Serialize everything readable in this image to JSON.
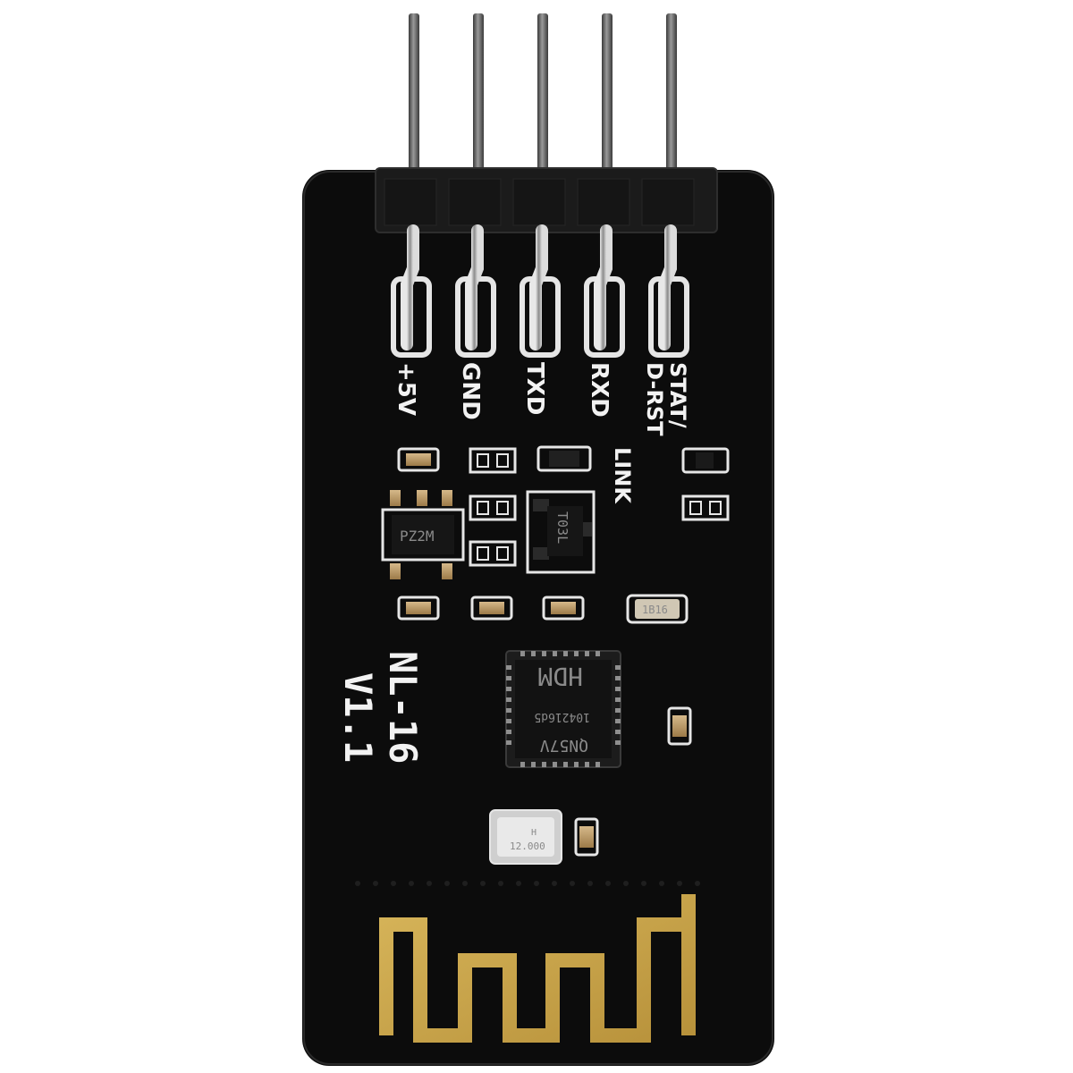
{
  "board": {
    "model_line1": "NL-16",
    "model_line2": "V1.1"
  },
  "pins": [
    {
      "label": "+5V"
    },
    {
      "label": "GND"
    },
    {
      "label": "TXD"
    },
    {
      "label": "RXD"
    },
    {
      "label": "STAT/\nD-RST"
    }
  ],
  "labels": {
    "pin5_line1": "STAT/",
    "pin5_line2": "D-RST",
    "link": "LINK"
  },
  "chips": {
    "main_line1": "HDM",
    "main_line2": "104216d5",
    "main_line3": "QN57V",
    "sot_left": "PZ2M",
    "sot_right": "T03L",
    "crystal_small": "1B16",
    "crystal_large_1": "H",
    "crystal_large_2": "12.000"
  },
  "colors": {
    "pcb": "#0c0c0c",
    "silkscreen": "#f2f2f2",
    "gold": "#c9a54a",
    "pin_metal": "#6f6f6f",
    "header_plastic": "#1b1b1b"
  }
}
